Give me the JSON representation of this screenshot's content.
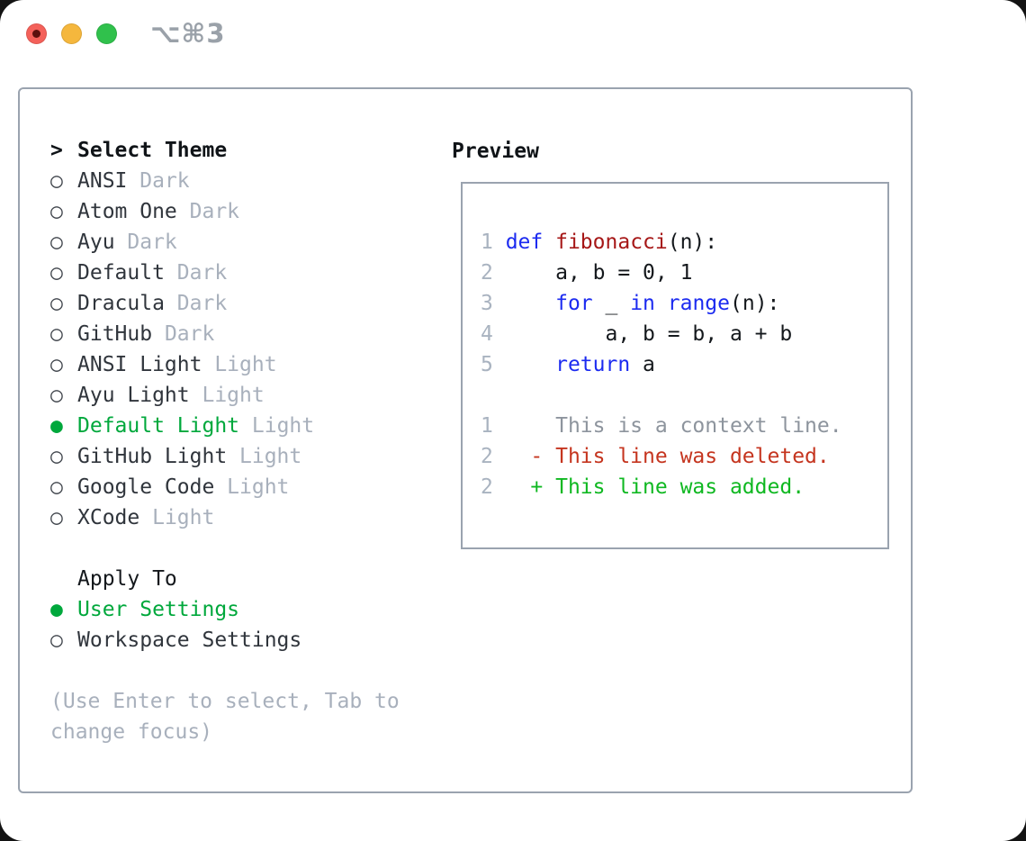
{
  "window": {
    "shortcut": "⌥⌘3"
  },
  "icons": {
    "selected": "●",
    "unselected": "○",
    "prompt": ">"
  },
  "theme_panel": {
    "title": "Select Theme",
    "themes": [
      {
        "name": "ANSI",
        "variant": "Dark",
        "selected": false
      },
      {
        "name": "Atom One",
        "variant": "Dark",
        "selected": false
      },
      {
        "name": "Ayu",
        "variant": "Dark",
        "selected": false
      },
      {
        "name": "Default",
        "variant": "Dark",
        "selected": false
      },
      {
        "name": "Dracula",
        "variant": "Dark",
        "selected": false
      },
      {
        "name": "GitHub",
        "variant": "Dark",
        "selected": false
      },
      {
        "name": "ANSI Light",
        "variant": "Light",
        "selected": false
      },
      {
        "name": "Ayu Light",
        "variant": "Light",
        "selected": false
      },
      {
        "name": "Default Light",
        "variant": "Light",
        "selected": true
      },
      {
        "name": "GitHub Light",
        "variant": "Light",
        "selected": false
      },
      {
        "name": "Google Code",
        "variant": "Light",
        "selected": false
      },
      {
        "name": "XCode",
        "variant": "Light",
        "selected": false
      }
    ],
    "apply_to": {
      "title": "Apply To",
      "options": [
        {
          "name": "User Settings",
          "selected": true
        },
        {
          "name": "Workspace Settings",
          "selected": false
        }
      ]
    },
    "help": "(Use Enter to select, Tab to change focus)"
  },
  "preview": {
    "title": "Preview",
    "lines": [
      {
        "segments": [
          {
            "text": "1 ",
            "style": "lineno"
          },
          {
            "text": "def",
            "style": "keyword"
          },
          {
            "text": " ",
            "style": "code"
          },
          {
            "text": "fibonacci",
            "style": "function"
          },
          {
            "text": "(n):",
            "style": "code"
          }
        ]
      },
      {
        "segments": [
          {
            "text": "2 ",
            "style": "lineno"
          },
          {
            "text": "    a, b = 0, 1",
            "style": "code"
          }
        ]
      },
      {
        "segments": [
          {
            "text": "3 ",
            "style": "lineno"
          },
          {
            "text": "    ",
            "style": "code"
          },
          {
            "text": "for",
            "style": "keyword"
          },
          {
            "text": " _ ",
            "style": "code"
          },
          {
            "text": "in",
            "style": "keyword"
          },
          {
            "text": " ",
            "style": "code"
          },
          {
            "text": "range",
            "style": "keyword"
          },
          {
            "text": "(n):",
            "style": "code"
          }
        ]
      },
      {
        "segments": [
          {
            "text": "4 ",
            "style": "lineno"
          },
          {
            "text": "        a, b = b, a + b",
            "style": "code"
          }
        ]
      },
      {
        "segments": [
          {
            "text": "5 ",
            "style": "lineno"
          },
          {
            "text": "    ",
            "style": "code"
          },
          {
            "text": "return",
            "style": "keyword"
          },
          {
            "text": " a",
            "style": "code"
          }
        ]
      },
      {
        "segments": []
      },
      {
        "segments": [
          {
            "text": "1",
            "style": "lineno"
          },
          {
            "text": "     This is a context line.",
            "style": "context"
          }
        ]
      },
      {
        "segments": [
          {
            "text": "2",
            "style": "lineno"
          },
          {
            "text": "   ",
            "style": "code"
          },
          {
            "text": "- This line was deleted.",
            "style": "deleted"
          }
        ]
      },
      {
        "segments": [
          {
            "text": "2",
            "style": "lineno"
          },
          {
            "text": "   ",
            "style": "code"
          },
          {
            "text": "+ This line was added.",
            "style": "added"
          }
        ]
      }
    ]
  },
  "colors": {
    "accent_green": "#00a83c",
    "keyword_blue": "#1c2bf0",
    "function_red": "#a61717",
    "deleted_red": "#c5351f",
    "added_green": "#0fb821",
    "muted_gray": "#a8b0bc",
    "context_gray": "#8d949d",
    "lineno_gray": "#a9b3c0",
    "text_dark": "#30353c",
    "title_black": "#101418",
    "border_gray": "#9aa3af",
    "traffic_red": "#f4615a",
    "traffic_yellow": "#f5b73d",
    "traffic_green": "#30c14c"
  }
}
